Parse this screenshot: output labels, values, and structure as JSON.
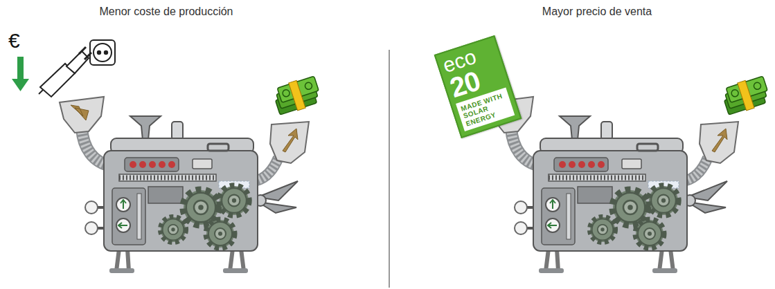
{
  "diagram": {
    "nodes": [
      {
        "text": [
          "eco",
          "20",
          "MADE WITH SOLAR ENERGY"
        ]
      }
    ],
    "labels": [
      "Menor coste de producción",
      "Mayor precio de venta",
      "€"
    ]
  }
}
